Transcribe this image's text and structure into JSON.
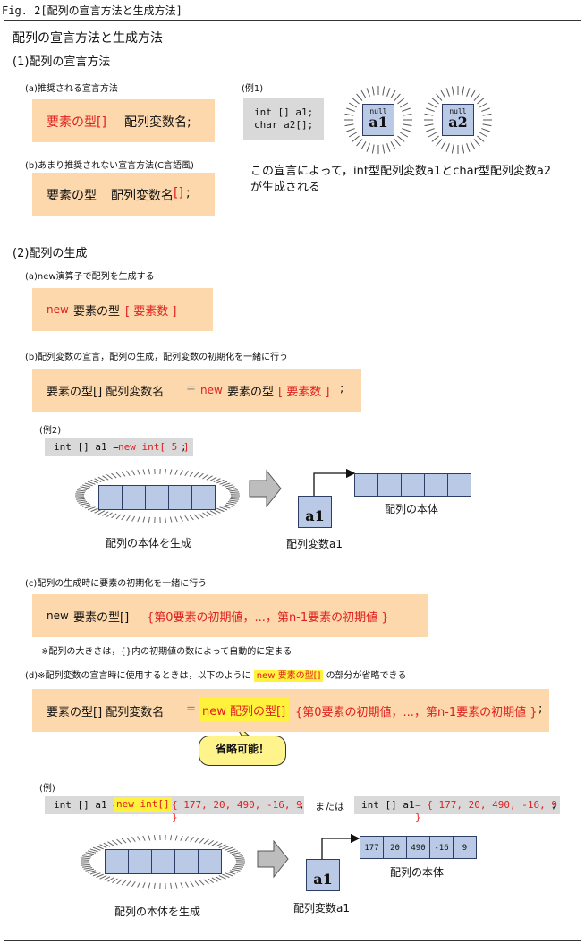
{
  "fig_title": "Fig. 2[配列の宣言方法と生成方法]",
  "heading": "配列の宣言方法と生成方法",
  "s1": {
    "title": "(1)配列の宣言方法",
    "a_label": "(a)推奨される宣言方法",
    "a_code_red": "要素の型[]",
    "a_code_rest": "配列変数名;",
    "b_label": "(b)あまり推奨されない宣言方法(C言語風)",
    "b_code_1": "要素の型",
    "b_code_2": "配列変数名",
    "b_code_red": "[]",
    "b_code_end": ";",
    "ex_label": "(例1)",
    "ex_code": [
      "int [] a1;",
      "char a2[];"
    ],
    "var1_null": "null",
    "var1_name": "a1",
    "var2_null": "null",
    "var2_name": "a2",
    "desc_line1": "この宣言によって，int型配列変数a1とchar型配列変数a2",
    "desc_line2": "が生成される"
  },
  "s2": {
    "title": "(2)配列の生成",
    "a_label": "(a)new演算子で配列を生成する",
    "a_new": "new",
    "a_type": "要素の型",
    "a_count": "[ 要素数 ]",
    "b_label": "(b)配列変数の宣言，配列の生成，配列変数の初期化を一緒に行う",
    "b_lhs": "要素の型[] 配列変数名",
    "b_eq": "=",
    "b_new": "new",
    "b_type": "要素の型",
    "b_count": "[ 要素数 ]",
    "b_end": ";",
    "ex2_label": "(例2)",
    "ex2_code_black": "int [] a1 = ",
    "ex2_code_red": "new int[ 5 ]",
    "ex2_code_end": ";",
    "ex2_create_caption": "配列の本体を生成",
    "ex2_var_name": "a1",
    "ex2_var_caption": "配列変数a1",
    "ex2_body_caption": "配列の本体",
    "c_label": "(c)配列の生成時に要素の初期化を一緒に行う",
    "c_new": "new",
    "c_type": "要素の型[]",
    "c_init": "{第0要素の初期値，...，第n-1要素の初期値 }",
    "c_note": "※配列の大きさは，{}内の初期値の数によって自動的に定まる",
    "d_label_pre": "(d)※配列変数の宣言時に使用するときは，以下のように",
    "d_label_hl": "new 要素の型[]",
    "d_label_post": "の部分が省略できる",
    "d_lhs": "要素の型[] 配列変数名",
    "d_eq": "=",
    "d_hl": "new 配列の型[]",
    "d_init": "{第0要素の初期値，...，第n-1要素の初期値 }",
    "d_end": ";",
    "balloon": "省略可能！",
    "ex3_label": "(例)",
    "ex3_code1_black": "int [] a1 =",
    "ex3_code1_hl": "new int[]",
    "ex3_code1_red": "{ 177, 20, 490, -16, 9 }",
    "ex3_code1_end": ";",
    "ex3_or": "または",
    "ex3_code2_black": "int [] a1",
    "ex3_code2_red": "= { 177, 20, 490, -16, 9 }",
    "ex3_code2_end": ";",
    "ex3_create_caption": "配列の本体を生成",
    "ex3_var_name": "a1",
    "ex3_var_caption": "配列変数a1",
    "ex3_body_caption": "配列の本体",
    "ex3_values": [
      "177",
      "20",
      "490",
      "-16",
      "9"
    ]
  }
}
